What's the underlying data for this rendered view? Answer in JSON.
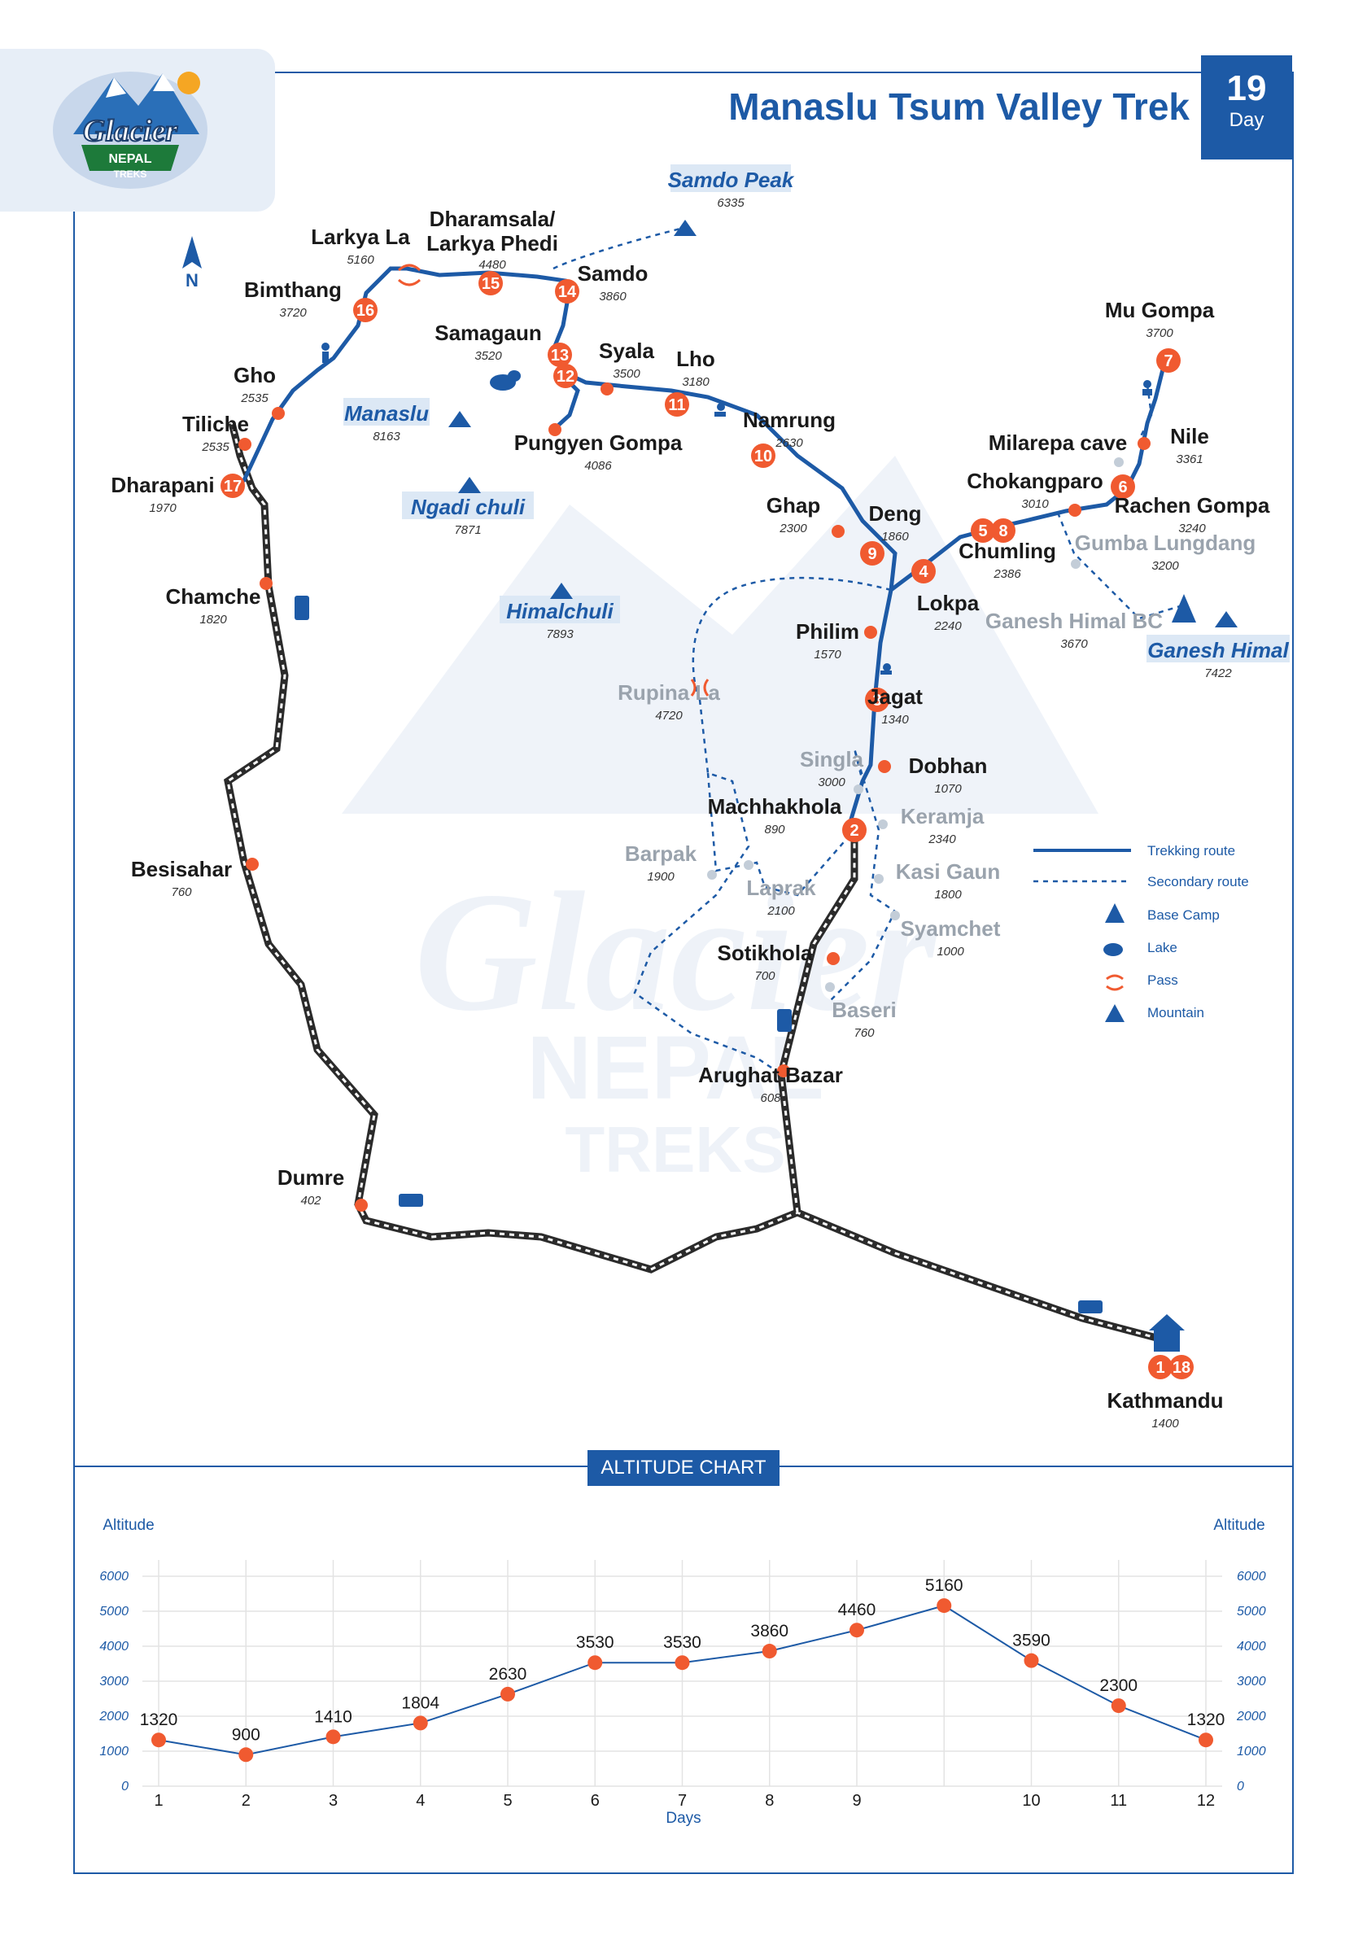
{
  "title": "Manaslu Tsum Valley Trek",
  "badge": {
    "number": "19",
    "label": "Day"
  },
  "logo": {
    "text": "Glacier NEPAL TREKS"
  },
  "compass": "N",
  "places": [
    {
      "name": "Kathmandu",
      "alt": "1400",
      "style": "main"
    },
    {
      "name": "Arughat Bazar",
      "alt": "608",
      "style": "main"
    },
    {
      "name": "Sotikhola",
      "alt": "700",
      "style": "main"
    },
    {
      "name": "Machhakhola",
      "alt": "890",
      "style": "main"
    },
    {
      "name": "Dobhan",
      "alt": "1070",
      "style": "main"
    },
    {
      "name": "Jagat",
      "alt": "1340",
      "style": "main"
    },
    {
      "name": "Philim",
      "alt": "1570",
      "style": "main"
    },
    {
      "name": "Lokpa",
      "alt": "2240",
      "style": "main"
    },
    {
      "name": "Chumling",
      "alt": "2386",
      "style": "main"
    },
    {
      "name": "Chokangparo",
      "alt": "3010",
      "style": "main"
    },
    {
      "name": "Rachen Gompa",
      "alt": "3240",
      "style": "main"
    },
    {
      "name": "Nile",
      "alt": "3361",
      "style": "main"
    },
    {
      "name": "Mu Gompa",
      "alt": "3700",
      "style": "main"
    },
    {
      "name": "Milarepa cave",
      "alt": "",
      "style": "main"
    },
    {
      "name": "Deng",
      "alt": "1860",
      "style": "main"
    },
    {
      "name": "Ghap",
      "alt": "2300",
      "style": "main"
    },
    {
      "name": "Namrung",
      "alt": "2630",
      "style": "main"
    },
    {
      "name": "Lho",
      "alt": "3180",
      "style": "main"
    },
    {
      "name": "Syala",
      "alt": "3500",
      "style": "main"
    },
    {
      "name": "Samagaun",
      "alt": "3520",
      "style": "main"
    },
    {
      "name": "Pungyen Gompa",
      "alt": "4086",
      "style": "main"
    },
    {
      "name": "Samdo",
      "alt": "3860",
      "style": "main"
    },
    {
      "name": "Dharamsala/",
      "alt": "4480",
      "style": "main",
      "line2": "Larkya Phedi"
    },
    {
      "name": "Larkya La",
      "alt": "5160",
      "style": "main"
    },
    {
      "name": "Bimthang",
      "alt": "3720",
      "style": "main"
    },
    {
      "name": "Gho",
      "alt": "2535",
      "style": "main"
    },
    {
      "name": "Tiliche",
      "alt": "2535",
      "style": "main"
    },
    {
      "name": "Dharapani",
      "alt": "1970",
      "style": "main"
    },
    {
      "name": "Chamche",
      "alt": "1820",
      "style": "main"
    },
    {
      "name": "Besisahar",
      "alt": "760",
      "style": "main"
    },
    {
      "name": "Dumre",
      "alt": "402",
      "style": "main"
    },
    {
      "name": "Singla",
      "alt": "3000",
      "style": "grey"
    },
    {
      "name": "Keramja",
      "alt": "2340",
      "style": "grey"
    },
    {
      "name": "Kasi Gaun",
      "alt": "1800",
      "style": "grey"
    },
    {
      "name": "Syamchet",
      "alt": "1000",
      "style": "grey"
    },
    {
      "name": "Baseri",
      "alt": "760",
      "style": "grey"
    },
    {
      "name": "Barpak",
      "alt": "1900",
      "style": "grey"
    },
    {
      "name": "Laprak",
      "alt": "2100",
      "style": "grey"
    },
    {
      "name": "Rupina La",
      "alt": "4720",
      "style": "grey"
    },
    {
      "name": "Gumba Lungdang",
      "alt": "3200",
      "style": "grey"
    },
    {
      "name": "Ganesh Himal BC",
      "alt": "3670",
      "style": "grey"
    }
  ],
  "mountains": [
    {
      "name": "Samdo Peak",
      "alt": "6335"
    },
    {
      "name": "Manaslu",
      "alt": "8163"
    },
    {
      "name": "Ngadi chuli",
      "alt": "7871"
    },
    {
      "name": "Himalchuli",
      "alt": "7893"
    },
    {
      "name": "Ganesh Himal",
      "alt": "7422"
    }
  ],
  "legend": {
    "trekking": "Trekking route",
    "secondary": "Secondary route",
    "basecamp": "Base Camp",
    "lake": "Lake",
    "pass": "Pass",
    "mountain": "Mountain"
  },
  "colors": {
    "route": "#1d5aa6",
    "stop": "#f05a30",
    "road": "#2b2b2b",
    "secondary": "#9aa3ad"
  },
  "chart_tag": "ALTITUDE CHART",
  "chart_data": {
    "type": "line",
    "title": "ALTITUDE CHART",
    "xlabel": "Days",
    "ylabel": "Altitude",
    "ylabel_right": "Altitude",
    "ylim": [
      0,
      6000
    ],
    "yticks": [
      "0",
      "1000",
      "2000",
      "3000",
      "4000",
      "5000",
      "6000"
    ],
    "x_tick_labels": [
      "1",
      "2",
      "3",
      "4",
      "5",
      "6",
      "7",
      "8",
      "9",
      "",
      "10",
      "11",
      "12"
    ],
    "values": [
      1320,
      900,
      1410,
      1804,
      2630,
      3530,
      3530,
      3860,
      4460,
      5160,
      3590,
      2300,
      1320
    ],
    "grid": true,
    "legend": "none"
  }
}
